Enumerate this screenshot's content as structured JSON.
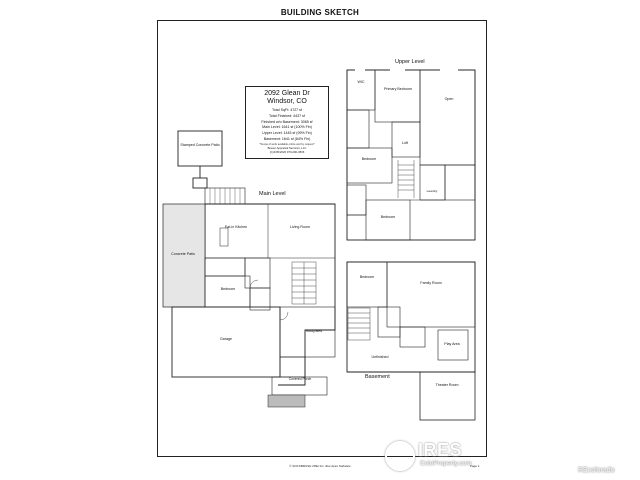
{
  "title": "BUILDING SKETCH",
  "info": {
    "address_line1": "2092 Glean Dr",
    "address_line2": "Windsor, CO",
    "total_sqft": "Total SqFt: 4727 sf",
    "total_finished": "Total Finished: 4437 sf",
    "finished_wo_basement": "Finished w/o Basement: 3065 sf",
    "main_level": "Main Level: 1641 sf (100% Fin)",
    "upper_level": "Upper Level: 1445 sf (99% Fin)",
    "basement": "Basement: 1641 sf (84% Fin)",
    "note": "*Scope of work available online and by request*",
    "company": "Brauer Appraisal Services, LLC",
    "contact": "(C)4/05/2026   970-290-3836"
  },
  "levels": {
    "upper": "Upper Level",
    "main": "Main Level",
    "basement": "Basement"
  },
  "rooms": {
    "patio_stamped": "Stamped Concrete Patio",
    "patio_concrete": "Concrete Patio",
    "kitchen": "Eat-in Kitchen",
    "living": "Living Room",
    "bedroom_main": "Bedroom",
    "garage": "Garage",
    "study": "Study/Bed",
    "porch": "Covered Porch",
    "wic": "WIC",
    "primary_bedroom": "Primary Bedroom",
    "open": "Open",
    "bedroom_u1": "Bedroom",
    "loft": "Loft",
    "bedroom_u2": "Bedroom",
    "laundry": "Laundry",
    "bedroom_b": "Bedroom",
    "family_room": "Family Room",
    "unfinished": "Unfinished",
    "play_area": "Play Area",
    "theater": "Theater Room"
  },
  "footer": "© SOCKBRUSH 2092 Inc. illus Apex Software",
  "page": "Page 1",
  "watermark": {
    "brand": "IRES",
    "sub": "ColoProperty.com",
    "site": "REcolorado"
  }
}
